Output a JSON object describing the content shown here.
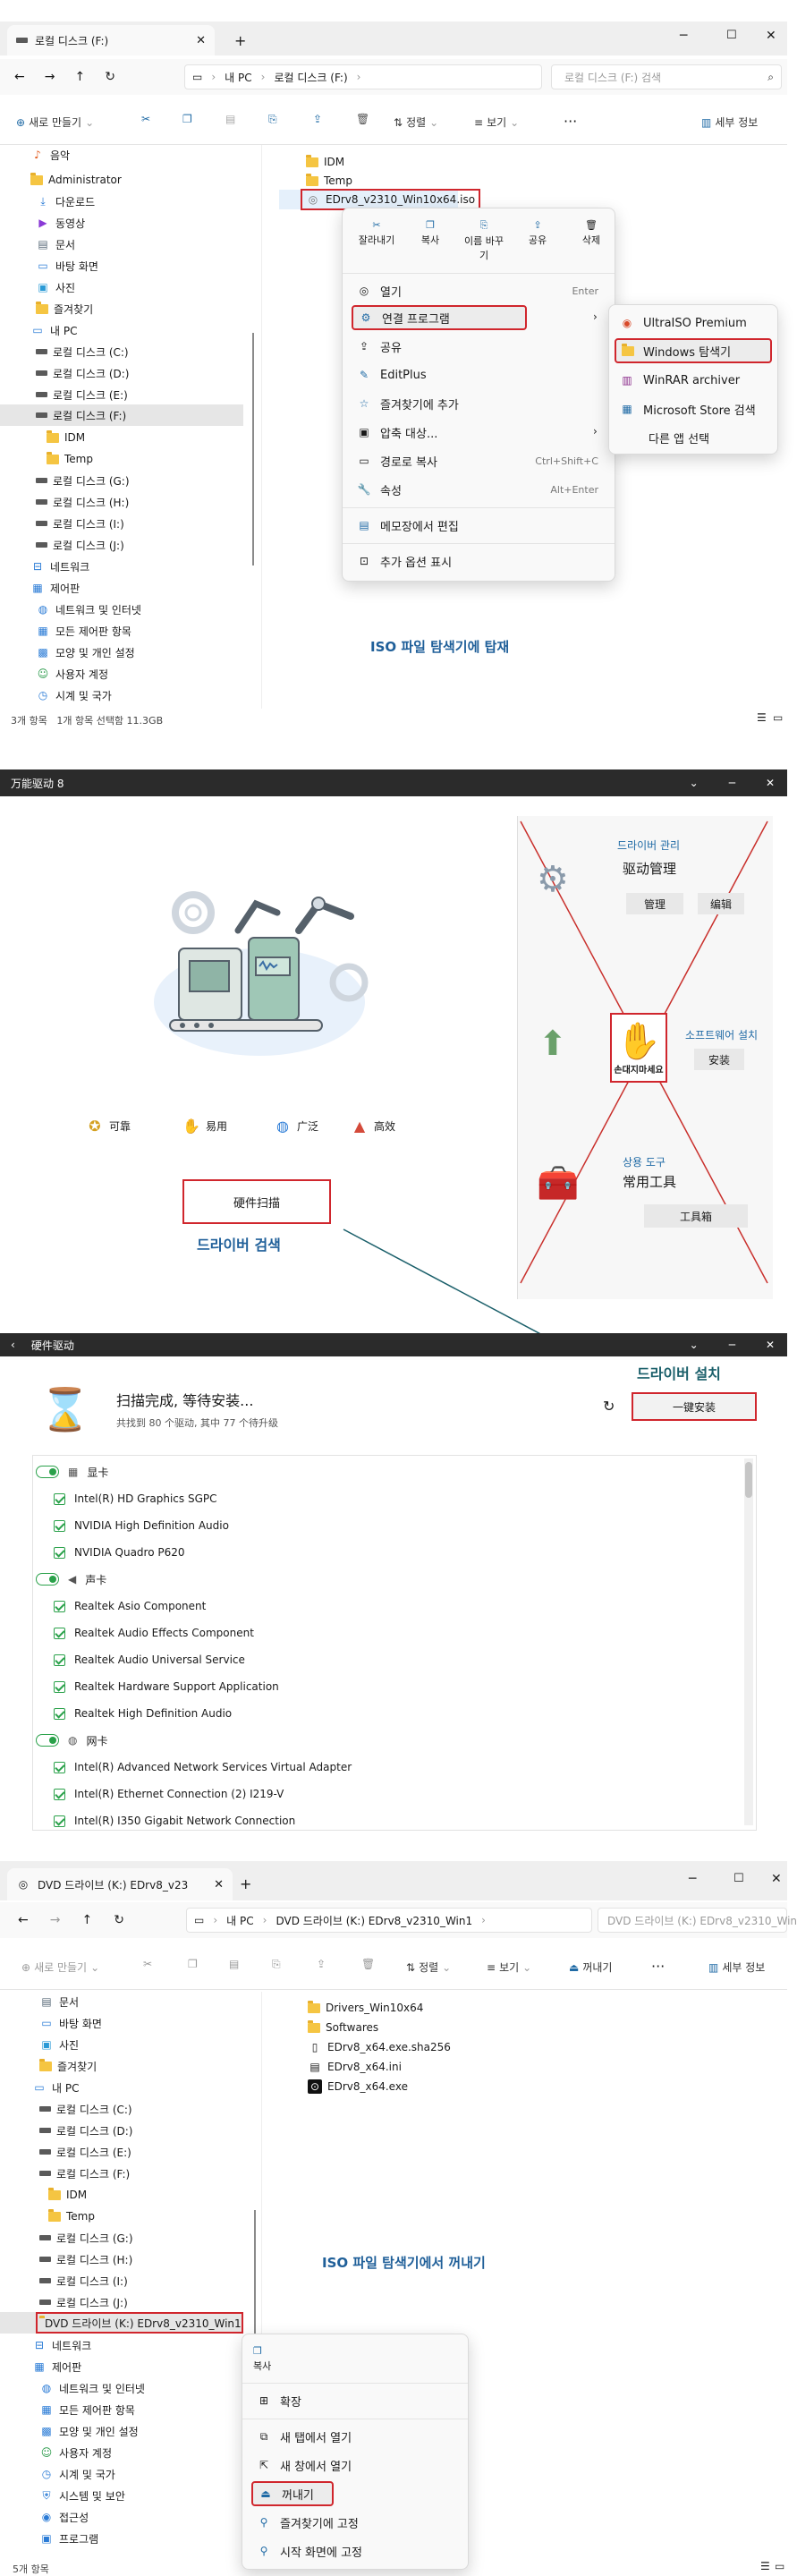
{
  "explorer1": {
    "tab_title": "로컬 디스크 (F:)",
    "breadcrumb": [
      "내 PC",
      "로컬 디스크 (F:)"
    ],
    "search_placeholder": "로컬 디스크 (F:) 검색",
    "toolbar": {
      "new": "새로 만들기",
      "sort": "정렬",
      "view": "보기",
      "details": "세부 정보"
    },
    "tree": [
      "음악",
      "Administrator",
      "다운로드",
      "동영상",
      "문서",
      "바탕 화면",
      "사진",
      "즐겨찾기",
      "내 PC",
      "로컬 디스크 (C:)",
      "로컬 디스크 (D:)",
      "로컬 디스크 (E:)",
      "로컬 디스크 (F:)",
      "IDM",
      "Temp",
      "로컬 디스크 (G:)",
      "로컬 디스크 (H:)",
      "로컬 디스크 (I:)",
      "로컬 디스크 (J:)",
      "네트워크",
      "제어판",
      "네트워크 및 인터넷",
      "모든 제어판 항목",
      "모양 및 개인 설정",
      "사용자 계정",
      "시계 및 국가"
    ],
    "files": [
      "IDM",
      "Temp",
      "EDrv8_v2310_Win10x64.iso"
    ],
    "ctx_top": [
      "잘라내기",
      "복사",
      "이름 바꾸기",
      "공유",
      "삭제"
    ],
    "ctx_items": [
      {
        "label": "열기",
        "shortcut": "Enter"
      },
      {
        "label": "연결 프로그램",
        "shortcut": ""
      },
      {
        "label": "공유",
        "shortcut": ""
      },
      {
        "label": "EditPlus",
        "shortcut": ""
      },
      {
        "label": "즐겨찾기에 추가",
        "shortcut": ""
      },
      {
        "label": "압축 대상...",
        "shortcut": ""
      },
      {
        "label": "경로로 복사",
        "shortcut": "Ctrl+Shift+C"
      },
      {
        "label": "속성",
        "shortcut": "Alt+Enter"
      },
      {
        "label": "메모장에서 편집",
        "shortcut": ""
      },
      {
        "label": "추가 옵션 표시",
        "shortcut": ""
      }
    ],
    "submenu": [
      "UltraISO Premium",
      "Windows 탐색기",
      "WinRAR archiver",
      "Microsoft Store 검색",
      "다른 앱 선택"
    ],
    "annotation": "ISO 파일 탐색기에 탑재",
    "status": "3개 항목   1개 항목 선택함 11.3GB"
  },
  "driver_app": {
    "title": "万能驱动 8",
    "features": [
      "可靠",
      "易用",
      "广泛",
      "高效"
    ],
    "scan_button": "硬件扫描",
    "scan_annotation": "드라이버 검색",
    "right": {
      "driver_mgmt_kr": "드라이버 관리",
      "driver_mgmt_cn": "驱动管理",
      "btn_manage": "管理",
      "btn_edit": "编辑",
      "software_kr": "소프트웨어 설치",
      "btn_install": "安装",
      "no_touch": "손대지마세요",
      "tools_kr": "상용 도구",
      "tools_cn": "常用工具",
      "btn_toolbox": "工具箱"
    }
  },
  "hw_panel": {
    "title": "硬件驱动",
    "install_annotation": "드라이버 설치",
    "status_title": "扫描完成, 等待安装...",
    "status_sub": "共找到 80 个驱动, 其中 77 个待升级",
    "one_click": "一键安装",
    "rows": [
      {
        "type": "group",
        "label": "显卡"
      },
      {
        "type": "item",
        "label": "Intel(R) HD Graphics SGPC"
      },
      {
        "type": "item",
        "label": "NVIDIA High Definition Audio"
      },
      {
        "type": "item",
        "label": "NVIDIA Quadro P620"
      },
      {
        "type": "group",
        "label": "声卡"
      },
      {
        "type": "item",
        "label": "Realtek Asio Component"
      },
      {
        "type": "item",
        "label": "Realtek Audio Effects Component"
      },
      {
        "type": "item",
        "label": "Realtek Audio Universal Service"
      },
      {
        "type": "item",
        "label": "Realtek Hardware Support Application"
      },
      {
        "type": "item",
        "label": "Realtek High Definition Audio"
      },
      {
        "type": "group",
        "label": "网卡"
      },
      {
        "type": "item",
        "label": "Intel(R) Advanced Network Services Virtual Adapter"
      },
      {
        "type": "item",
        "label": "Intel(R) Ethernet Connection (2) I219-V"
      },
      {
        "type": "item",
        "label": "Intel(R) I350 Gigabit Network Connection"
      }
    ]
  },
  "explorer2": {
    "tab_title": "DVD 드라이브 (K:) EDrv8_v23",
    "breadcrumb": [
      "내 PC",
      "DVD 드라이브 (K:) EDrv8_v2310_Win1"
    ],
    "search_placeholder": "DVD 드라이브 (K:) EDrv8_v2310_Win",
    "toolbar": {
      "new": "새로 만들기",
      "sort": "정렬",
      "view": "보기",
      "eject": "꺼내기",
      "details": "세부 정보"
    },
    "tree": [
      "문서",
      "바탕 화면",
      "사진",
      "즐겨찾기",
      "내 PC",
      "로컬 디스크 (C:)",
      "로컬 디스크 (D:)",
      "로컬 디스크 (E:)",
      "로컬 디스크 (F:)",
      "IDM",
      "Temp",
      "로컬 디스크 (G:)",
      "로컬 디스크 (H:)",
      "로컬 디스크 (I:)",
      "로컬 디스크 (J:)",
      "DVD 드라이브 (K:) EDrv8_v2310_Win1",
      "네트워크",
      "제어판",
      "네트워크 및 인터넷",
      "모든 제어판 항목",
      "모양 및 개인 설정",
      "사용자 계정",
      "시계 및 국가",
      "시스템 및 보안",
      "접근성",
      "프로그램"
    ],
    "files": [
      "Drivers_Win10x64",
      "Softwares",
      "EDrv8_x64.exe.sha256",
      "EDrv8_x64.ini",
      "EDrv8_x64.exe"
    ],
    "annotation": "ISO 파일 탐색기에서 꺼내기",
    "ctx_copy": "복사",
    "ctx_items": [
      "확장",
      "새 탭에서 열기",
      "새 창에서 열기",
      "꺼내기",
      "즐겨찾기에 고정",
      "시작 화면에 고정"
    ],
    "status": "5개 항목"
  }
}
